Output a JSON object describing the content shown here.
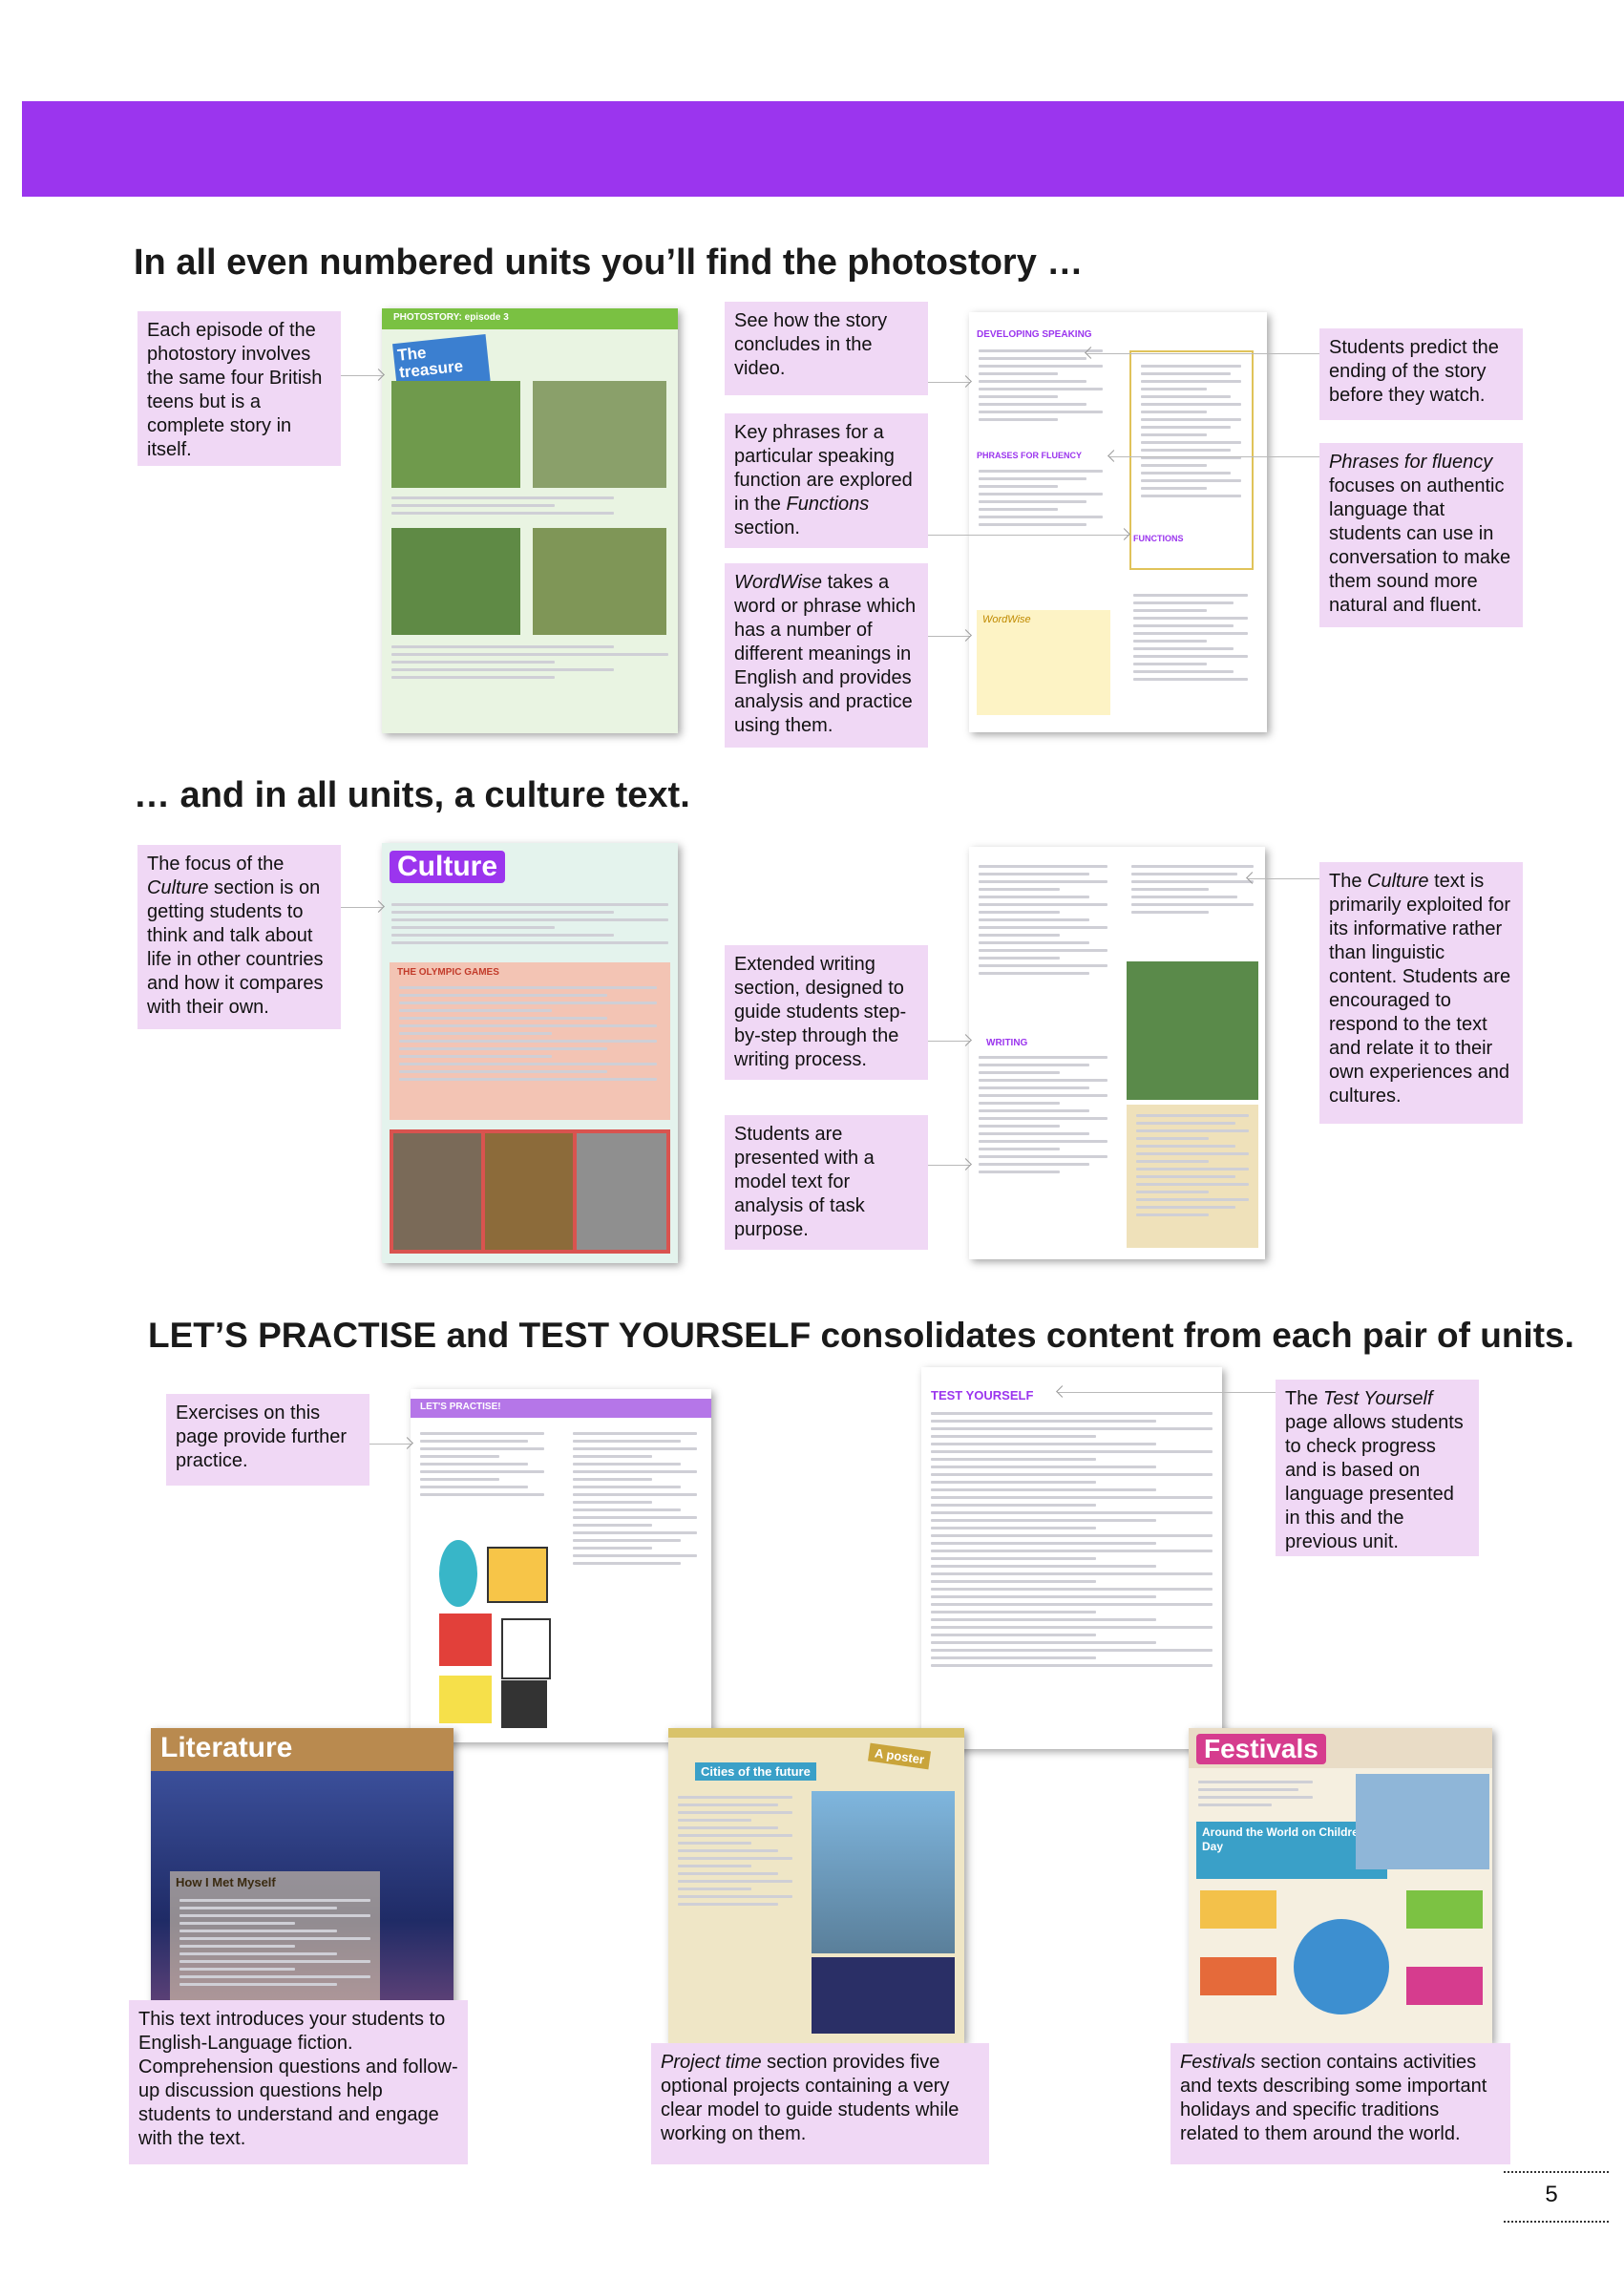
{
  "headings": {
    "photostory": "In all even numbered units you’ll find the photostory …",
    "culture": "… and in all units, a culture text.",
    "practise": "LET’S PRACTISE and TEST YOURSELF consolidates content from each pair of units."
  },
  "callouts": {
    "episode": "Each episode of the photostory involves the same four British teens but is a complete story in itself.",
    "video": "See how the story concludes in the video.",
    "functions": [
      "Key phrases for a particular speaking function are explored in the ",
      "Functions",
      " section."
    ],
    "wordwise": [
      "WordWise",
      " takes a word or phrase which has a number of different meanings in English and provides analysis and practice using them."
    ],
    "predict": "Students predict the ending of the story before they watch.",
    "fluency": [
      "Phrases for fluency",
      " focuses on authentic language that students can use in conversation to make them sound more natural and fluent."
    ],
    "culture_focus": [
      "The focus of the ",
      "Culture",
      " section is on getting students to think and talk about life in other countries and how it compares with their own."
    ],
    "writing": "Extended writing section, designed to guide students step-by-step through the writing process.",
    "model_text": "Students are presented with a model text for analysis of task purpose.",
    "culture_text": [
      "The ",
      "Culture",
      " text is primarily exploited for its informative rather than linguistic content. Students are encouraged to respond to the text and relate it to their own experiences and cultures."
    ],
    "exercises": "Exercises on this page provide further practice.",
    "test_yourself": [
      "The ",
      "Test Yourself",
      " page allows students to check progress and is based on language presented in this and the previous unit."
    ],
    "literature": "This text introduces your students to English-Language fiction. Comprehension questions and follow-up discussion questions help students to understand and engage with the text.",
    "project": [
      "Project time",
      " section provides five optional projects containing a very clear model to guide students while working on them."
    ],
    "festivals": [
      "Festivals",
      " section contains activities and texts describing some important holidays and specific traditions related to them around the world."
    ]
  },
  "thumbnails": {
    "photostory": {
      "label": "PHOTOSTORY: episode 3",
      "title": "The treasure hunt"
    },
    "speaking": {
      "label": "DEVELOPING SPEAKING",
      "fluency": "PHRASES FOR FLUENCY",
      "functions": "FUNCTIONS",
      "wordwise": "WordWise"
    },
    "culture": {
      "title": "Culture",
      "subtitle": "THE OLYMPIC GAMES"
    },
    "writing": {
      "label": "WRITING"
    },
    "practise": {
      "label": "LET'S PRACTISE!"
    },
    "test": {
      "label": "TEST YOURSELF"
    },
    "literature": {
      "title": "Literature",
      "story": "How I Met Myself"
    },
    "project": {
      "title": "Cities of the future",
      "tag": "A poster"
    },
    "festivals": {
      "title": "Festivals",
      "subtitle": "Around the World on Children's Day"
    }
  },
  "page_number": "5",
  "colors": {
    "banner": "#9b35ee",
    "callout": "#f0d8f5"
  }
}
